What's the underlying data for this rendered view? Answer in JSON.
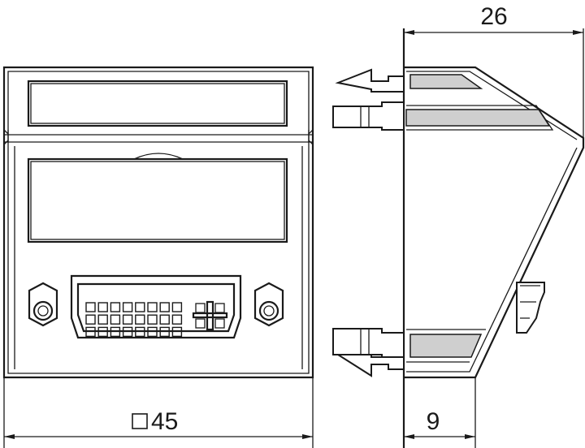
{
  "dimensions": {
    "width_label": "26",
    "square_size_label": "45",
    "depth_label": "9"
  }
}
